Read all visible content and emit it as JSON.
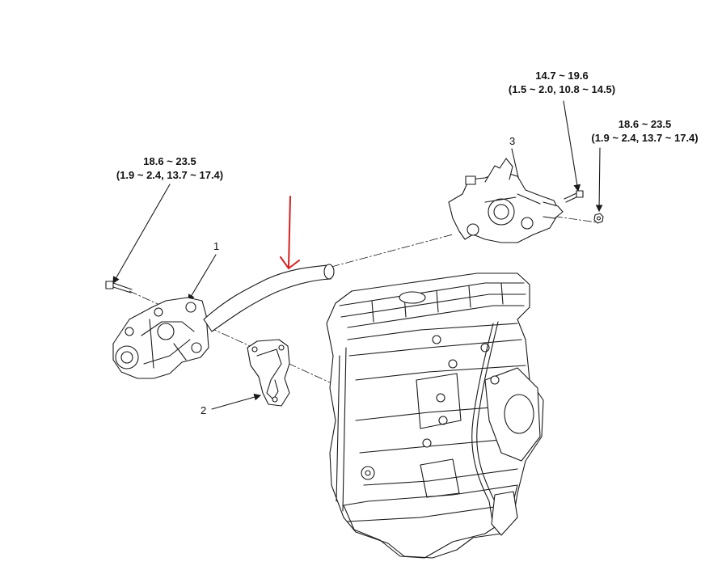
{
  "torque_labels": [
    {
      "line1": "18.6 ~ 23.5",
      "line2": "(1.9 ~ 2.4, 13.7 ~ 17.4)"
    },
    {
      "line1": "14.7 ~ 19.6",
      "line2": "(1.5 ~ 2.0, 10.8 ~ 14.5)"
    },
    {
      "line1": "18.6 ~ 23.5",
      "line2": "(1.9 ~ 2.4, 13.7 ~ 17.4)"
    }
  ],
  "part_numbers": [
    "1",
    "2",
    "3"
  ],
  "colors": {
    "line": "#1a1a1a",
    "highlight_arrow": "#d62020",
    "background": "#ffffff"
  }
}
